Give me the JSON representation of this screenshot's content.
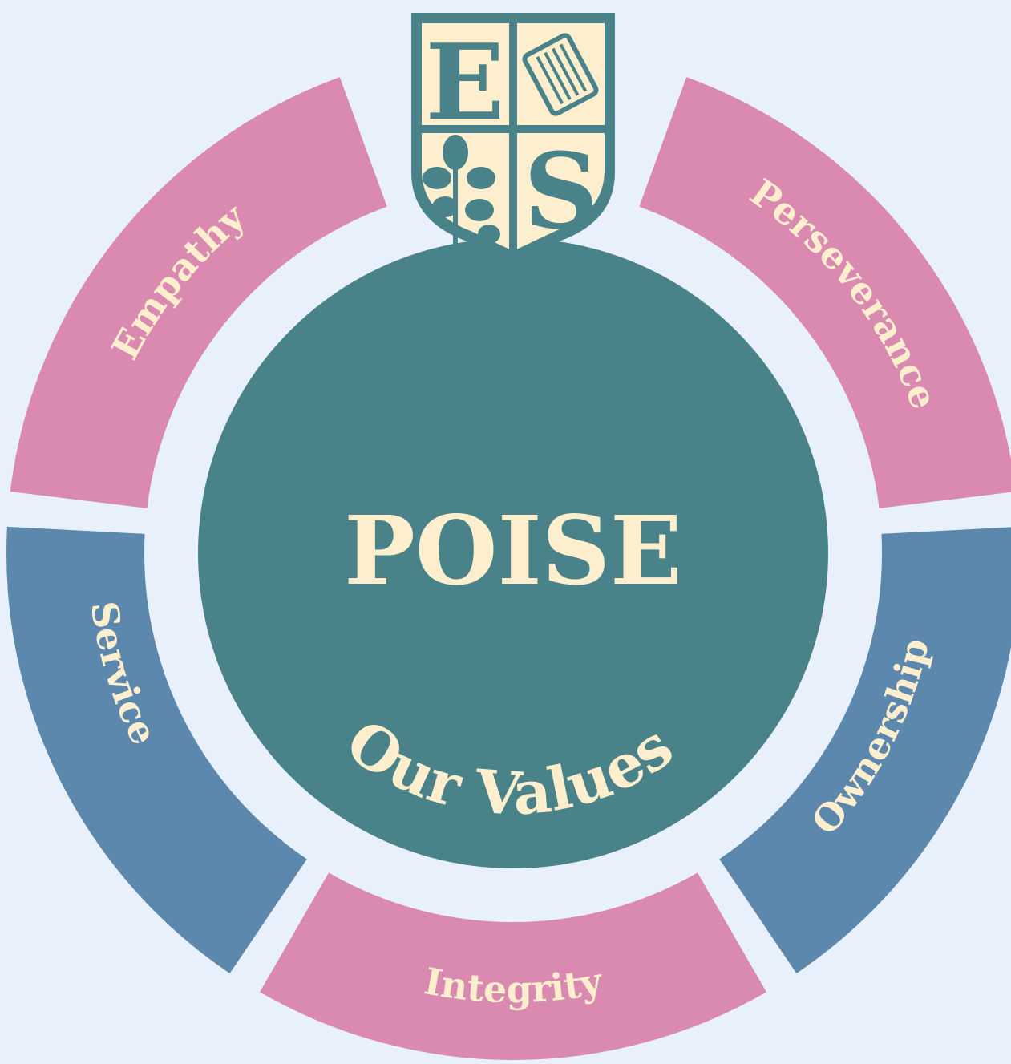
{
  "colors": {
    "background": "#e8f1fb",
    "pink": "#da8ab1",
    "blue": "#5d88ad",
    "teal": "#4a828a",
    "cream": "#fdefce"
  },
  "center": {
    "title": "POISE",
    "subtitle": "Our Values"
  },
  "crest": {
    "letters": [
      "E",
      "S"
    ],
    "icon_names": [
      "scroll-icon",
      "oak-leaf-icon"
    ]
  },
  "segments": [
    {
      "label": "Empathy",
      "color": "pink"
    },
    {
      "label": "Perseverance",
      "color": "pink"
    },
    {
      "label": "Ownership",
      "color": "blue"
    },
    {
      "label": "Integrity",
      "color": "pink"
    },
    {
      "label": "Service",
      "color": "blue"
    }
  ]
}
